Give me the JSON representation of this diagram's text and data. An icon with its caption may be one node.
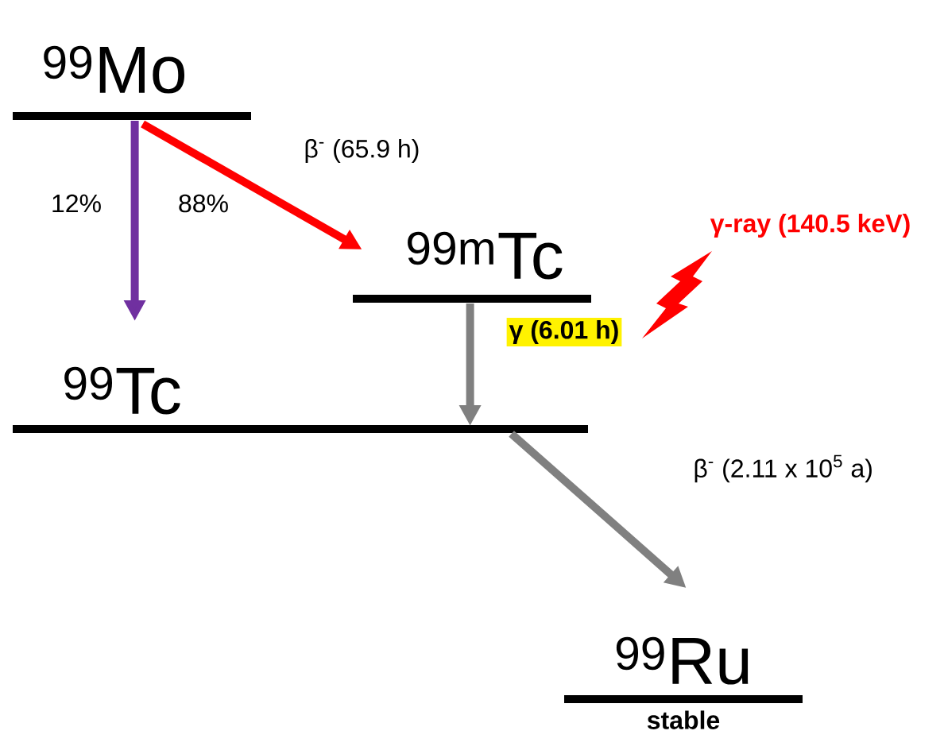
{
  "diagram": {
    "nodes": [
      {
        "text": [
          "$^{99}$Mo"
        ]
      },
      {
        "text": [
          "$^{99}$Tc"
        ]
      },
      {
        "text": [
          "$^{99m}$Tc"
        ]
      },
      {
        "text": [
          "$^{99}$Ru"
        ],
        "beside": [
          "stable"
        ]
      }
    ],
    "edges": [
      {
        "from": 0,
        "to": 1,
        "arrow": "to",
        "label": "12%",
        "color": "#7030a0"
      },
      {
        "from": 0,
        "to": 2,
        "arrow": "to",
        "label": "88%",
        "color": "#ff0000"
      },
      {
        "from": 2,
        "to": 1,
        "arrow": "to",
        "label": "γ (6.01 h)"
      },
      {
        "from": 1,
        "to": 3,
        "arrow": "to",
        "label": "β$^{-}$ (2.11 x 10$^{5}$ a)"
      }
    ],
    "labels": [
      "β$^{-}$ (65.9 h)",
      "γ-ray (140.5 keV)"
    ]
  }
}
